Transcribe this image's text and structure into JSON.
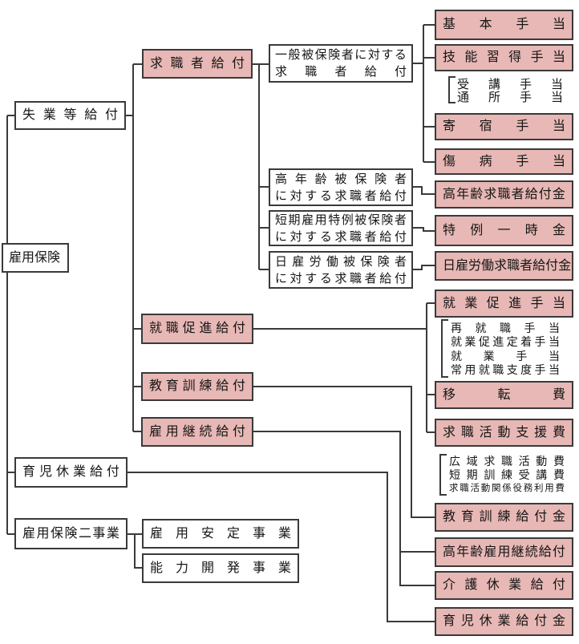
{
  "colors": {
    "box_fill_pink": "#e7b8b5",
    "box_fill_white": "#ffffff",
    "border": "#3a3a3a",
    "connector_line": "#3a3a3a",
    "text": "#161616",
    "background": "#ffffff"
  },
  "nodes": {
    "employment_insurance": "雇用保険",
    "unemployment_benefits": "失業等給付",
    "jobseeker_benefits": "求職者給付",
    "general_insured": {
      "line1": "一般被保険者に対する",
      "line2": "求職者給付"
    },
    "basic_allowance": "基本手当",
    "skill_acquisition_allowance": "技能習得手当",
    "lodging_allowance": "寄宿手当",
    "injury_sickness_allowance": "傷病手当",
    "elderly_insured": {
      "line1": "高年齢被保険者",
      "line2": "に対する求職者給付"
    },
    "elderly_jobseeker_payment": "高年齢求職者給付金",
    "short_term_special_insured": {
      "line1": "短期雇用特例被保険者",
      "line2": "に対する求職者給付"
    },
    "special_lump_sum": "特例一時金",
    "day_laborer_insured": {
      "line1": "日雇労働被保険者",
      "line2": "に対する求職者給付"
    },
    "day_laborer_payment": "日雇労働求職者給付金",
    "employment_promotion_benefits": "就職促進給付",
    "employment_promotion_allowance": "就業促進手当",
    "moving_expenses": "移転費",
    "jobseeking_support_expenses": "求職活動支援費",
    "education_training_benefits": "教育訓練給付",
    "education_training_payment": "教育訓練給付金",
    "employment_continuation_benefits": "雇用継続給付",
    "elderly_employment_continuation": "高年齢雇用継続給付",
    "caregiver_leave_benefits": "介護休業給付",
    "childcare_leave_benefits": "育児休業給付",
    "childcare_leave_payment": "育児休業給付金",
    "two_services": "雇用保険二事業",
    "employment_stabilization": "雇用安定事業",
    "ability_development": "能力開発事業"
  },
  "groups": {
    "skill_allowance_items": [
      "受講手当",
      "通所手当"
    ],
    "promotion_allowance_items": [
      "再就職手当",
      "就業促進定着手当",
      "就業手当",
      "常用就職支度手当"
    ],
    "jobseeking_support_items": [
      "広域求職活動費",
      "短期訓練受講費",
      "求職活動関係役務利用費"
    ]
  }
}
